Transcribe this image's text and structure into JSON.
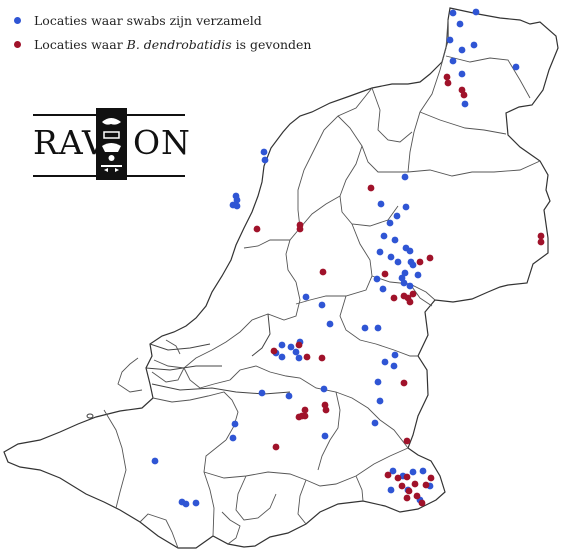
{
  "legend": {
    "swab_label": "Locaties waar swabs zijn verzameld",
    "bd_label_prefix": "Locaties waar ",
    "bd_label_italic": "B. dendrobatidis",
    "bd_label_suffix": " is gevonden"
  },
  "logo": {
    "text_left": "RAV",
    "text_right": "ON"
  },
  "colors": {
    "swab": "#2f55d4",
    "bd_found": "#a0122a",
    "border": "#555555",
    "coast": "#333333"
  },
  "map_data": {
    "region": "Netherlands and Flanders (Belgium)",
    "swab_sites": [
      [
        453,
        13
      ],
      [
        460,
        24
      ],
      [
        476,
        12
      ],
      [
        450,
        40
      ],
      [
        462,
        50
      ],
      [
        474,
        45
      ],
      [
        453,
        61
      ],
      [
        462,
        74
      ],
      [
        516,
        67
      ],
      [
        465,
        104
      ],
      [
        264,
        152
      ],
      [
        265,
        160
      ],
      [
        236,
        196
      ],
      [
        237,
        200
      ],
      [
        233,
        205
      ],
      [
        237,
        206
      ],
      [
        405,
        177
      ],
      [
        381,
        204
      ],
      [
        406,
        207
      ],
      [
        397,
        216
      ],
      [
        390,
        223
      ],
      [
        384,
        236
      ],
      [
        380,
        252
      ],
      [
        391,
        257
      ],
      [
        395,
        240
      ],
      [
        398,
        262
      ],
      [
        406,
        248
      ],
      [
        410,
        251
      ],
      [
        411,
        262
      ],
      [
        405,
        273
      ],
      [
        404,
        283
      ],
      [
        410,
        286
      ],
      [
        413,
        265
      ],
      [
        418,
        275
      ],
      [
        383,
        289
      ],
      [
        377,
        279
      ],
      [
        402,
        278
      ],
      [
        306,
        297
      ],
      [
        322,
        305
      ],
      [
        330,
        324
      ],
      [
        365,
        328
      ],
      [
        378,
        328
      ],
      [
        282,
        345
      ],
      [
        291,
        347
      ],
      [
        296,
        352
      ],
      [
        276,
        353
      ],
      [
        300,
        342
      ],
      [
        282,
        357
      ],
      [
        299,
        358
      ],
      [
        395,
        355
      ],
      [
        385,
        362
      ],
      [
        394,
        366
      ],
      [
        378,
        382
      ],
      [
        380,
        401
      ],
      [
        375,
        423
      ],
      [
        262,
        393
      ],
      [
        289,
        396
      ],
      [
        324,
        389
      ],
      [
        325,
        436
      ],
      [
        235,
        424
      ],
      [
        233,
        438
      ],
      [
        155,
        461
      ],
      [
        182,
        502
      ],
      [
        186,
        504
      ],
      [
        196,
        503
      ],
      [
        393,
        471
      ],
      [
        403,
        476
      ],
      [
        413,
        472
      ],
      [
        423,
        471
      ],
      [
        408,
        490
      ],
      [
        420,
        500
      ],
      [
        430,
        486
      ],
      [
        391,
        490
      ]
    ],
    "bd_positive_sites": [
      [
        447,
        77
      ],
      [
        448,
        83
      ],
      [
        462,
        90
      ],
      [
        464,
        95
      ],
      [
        371,
        188
      ],
      [
        541,
        236
      ],
      [
        541,
        242
      ],
      [
        257,
        229
      ],
      [
        300,
        225
      ],
      [
        300,
        229
      ],
      [
        323,
        272
      ],
      [
        385,
        274
      ],
      [
        394,
        298
      ],
      [
        404,
        296
      ],
      [
        413,
        294
      ],
      [
        408,
        298
      ],
      [
        410,
        302
      ],
      [
        420,
        262
      ],
      [
        430,
        258
      ],
      [
        307,
        357
      ],
      [
        322,
        358
      ],
      [
        274,
        351
      ],
      [
        299,
        345
      ],
      [
        325,
        405
      ],
      [
        326,
        410
      ],
      [
        305,
        410
      ],
      [
        305,
        416
      ],
      [
        302,
        416
      ],
      [
        299,
        417
      ],
      [
        404,
        383
      ],
      [
        276,
        447
      ],
      [
        407,
        441
      ],
      [
        388,
        475
      ],
      [
        398,
        478
      ],
      [
        407,
        477
      ],
      [
        415,
        484
      ],
      [
        402,
        486
      ],
      [
        409,
        491
      ],
      [
        407,
        498
      ],
      [
        417,
        496
      ],
      [
        422,
        503
      ],
      [
        431,
        478
      ],
      [
        426,
        485
      ]
    ]
  }
}
